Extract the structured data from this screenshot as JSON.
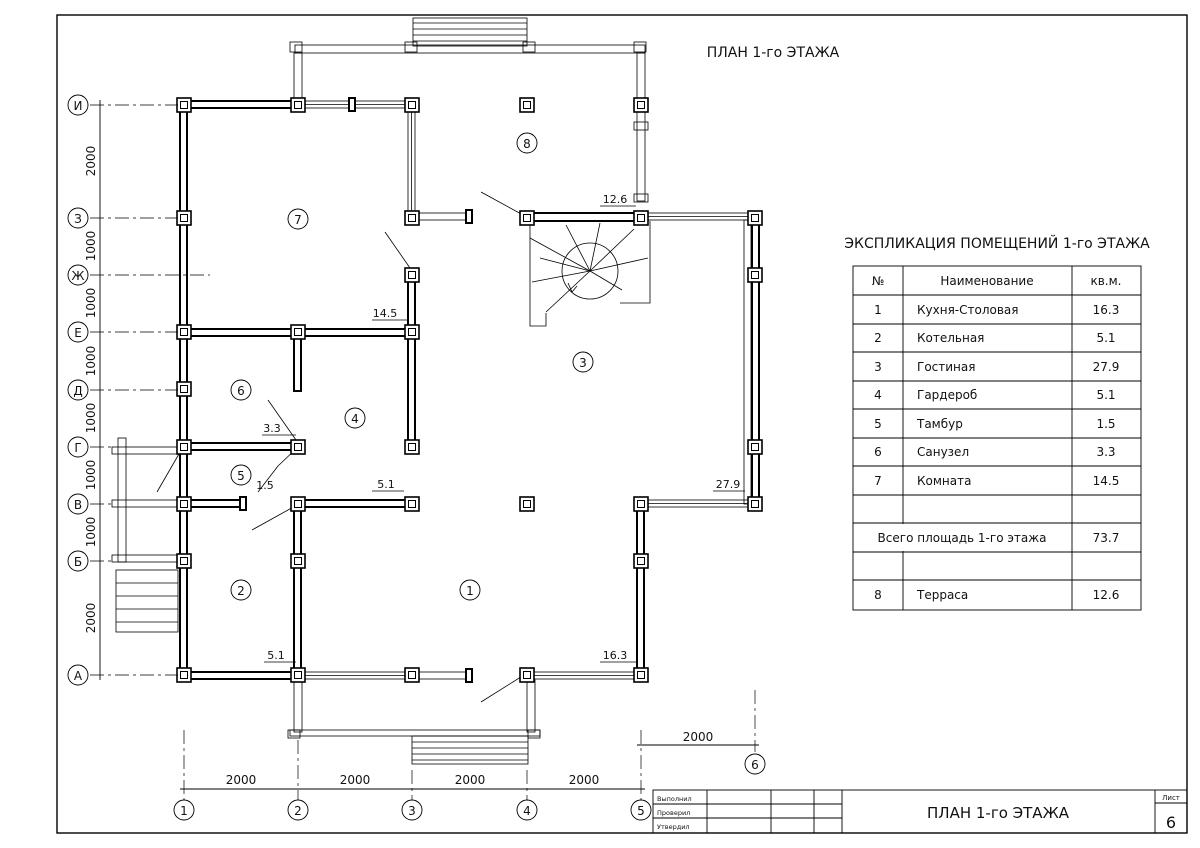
{
  "plan_title": "ПЛАН 1-го ЭТАЖА",
  "axes_vertical": [
    "1",
    "2",
    "3",
    "4",
    "5",
    "6"
  ],
  "axes_horizontal": [
    "И",
    "З",
    "Ж",
    "Е",
    "Д",
    "Г",
    "В",
    "Б",
    "А"
  ],
  "dims_bottom": [
    "2000",
    "2000",
    "2000",
    "2000"
  ],
  "dim_right": "2000",
  "dims_left": [
    "2000",
    "1000",
    "1000",
    "1000",
    "1000",
    "1000",
    "1000",
    "2000"
  ],
  "room_numbers": [
    "1",
    "2",
    "3",
    "4",
    "5",
    "6",
    "7",
    "8"
  ],
  "area_labels": [
    "12.6",
    "14.5",
    "3.3",
    "1.5",
    "5.1",
    "27.9",
    "5.1",
    "16.3"
  ],
  "explication": {
    "title": "ЭКСПЛИКАЦИЯ ПОМЕЩЕНИЙ 1-го ЭТАЖА",
    "headers": [
      "№",
      "Наименование",
      "кв.м."
    ],
    "rows": [
      {
        "num": "1",
        "name": "Кухня-Столовая",
        "area": "16.3"
      },
      {
        "num": "2",
        "name": "Котельная",
        "area": "5.1"
      },
      {
        "num": "3",
        "name": "Гостиная",
        "area": "27.9"
      },
      {
        "num": "4",
        "name": "Гардероб",
        "area": "5.1"
      },
      {
        "num": "5",
        "name": "Тамбур",
        "area": "1.5"
      },
      {
        "num": "6",
        "name": "Санузел",
        "area": "3.3"
      },
      {
        "num": "7",
        "name": "Комната",
        "area": "14.5"
      }
    ],
    "total_label": "Всего площадь 1-го этажа",
    "total_value": "73.7",
    "extra_row": {
      "num": "8",
      "name": "Терраса",
      "area": "12.6"
    }
  },
  "title_block": {
    "roles": [
      "Выполнил",
      "Проверил",
      "Утвердил"
    ],
    "title": "ПЛАН 1-го ЭТАЖА",
    "sheet_label": "Лист",
    "sheet_number": "6"
  }
}
